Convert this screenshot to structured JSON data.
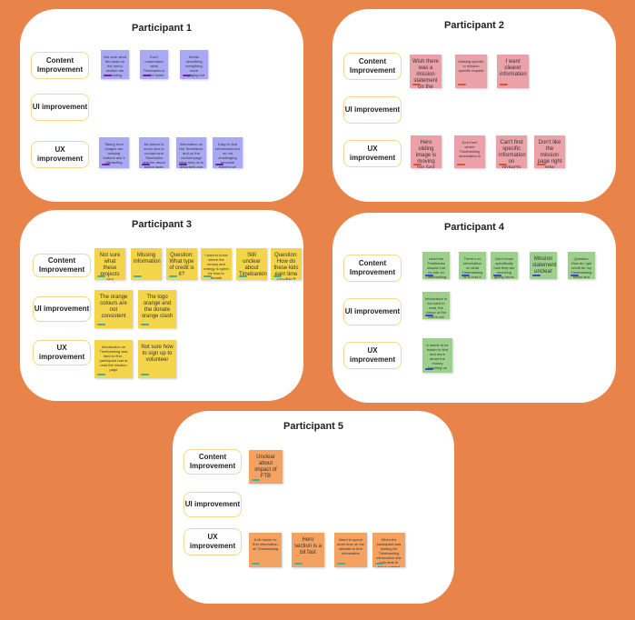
{
  "row_labels": {
    "content": "Content Improvement",
    "ui": "UI improvement",
    "ux": "UX improvement"
  },
  "participants": [
    {
      "title": "Participant 1",
      "content_notes": [
        "Not sure what the tasks on the menu section are showing",
        "Don't understand what Timebanks is on the home image",
        "Words describing everything more engaging but they might be too..."
      ],
      "ui_notes": [],
      "ux_notes": [
        "Taking from images are missing buttons and it distracting",
        "No button to show how to contact and Timebanks and the about button lacks",
        "Information on the Timebanks and on the contact page what they do is described and not found",
        "Easy to find information but on not challenging because there's not much information"
      ]
    },
    {
      "title": "Participant 2",
      "content_notes": [
        "Wish there was a mission statement on the homepage",
        "Missing specific or mission specific request",
        "I want clearer information"
      ],
      "ui_notes": [],
      "ux_notes": [
        "Hero sliding image is moving too fast",
        "Don't feel where Timebanking information is",
        "Can't find specific information on projects",
        "Don't like the mission page right now"
      ]
    },
    {
      "title": "Participant 3",
      "content_notes": [
        "Not sure what these projects are",
        "Missing information",
        "Question: What type of credit is it?",
        "I want to know where the money and energy is spent for how to donate",
        "Still unclear about Timebanking",
        "Question: How do these kids earn time credits?"
      ],
      "ui_notes": [
        "The orange colours are not consistent",
        "The logo orange and the donate orange clash"
      ],
      "ux_notes": [
        "Introduction on Timebanking was hard to find - participant had to read the mission page",
        "Not sure how to sign up to volunteer"
      ]
    },
    {
      "title": "Participant 4",
      "content_notes": [
        "Liked the Timebanks mission but no info on Timebanking",
        "There's no information on what Timebanking is or how it works",
        "Don't know specifically how they are receiving giving hours today",
        "Mission statement unclear",
        "Question: How do I get credit for my Timebanking hours and Timebanking"
      ],
      "ui_notes": [
        "Information is too hard to read, the colour of the font is not contrasting"
      ],
      "ux_notes": [
        "It needs to be easier to find and more about the money teaching us"
      ]
    },
    {
      "title": "Participant 5",
      "content_notes": [
        "Unclear about impact of FTB"
      ],
      "ui_notes": [],
      "ux_notes": [
        "A bit harder to find information on Timebanking",
        "Hero section is a bit fast",
        "Need to spend more time on the website to find information",
        "When the participant was looking for Timebanking information she took time to focus content"
      ]
    }
  ],
  "colors": {
    "background": "#E8834A",
    "card": "#FFFFFF",
    "label_border": "#F3D98A",
    "participant_1_notes": "#A8A8F3",
    "participant_2_notes": "#EBA1A8",
    "participant_3_notes": "#F4D54A",
    "participant_4_notes": "#9DD08A",
    "participant_5_notes": "#F3A262"
  }
}
